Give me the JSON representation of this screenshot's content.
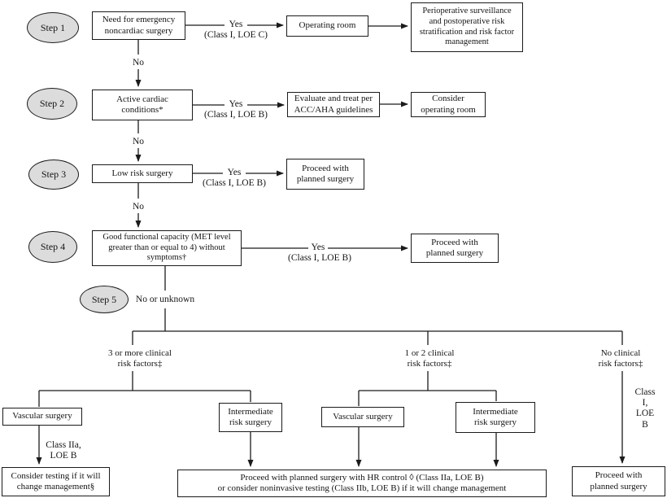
{
  "colors": {
    "background": "#ffffff",
    "line": "#1b1b1b",
    "box_border": "#1b1b1b",
    "oval_fill": "#dcdcdc"
  },
  "steps": {
    "s1": "Step 1",
    "s2": "Step 2",
    "s3": "Step 3",
    "s4": "Step 4",
    "s5": "Step 5"
  },
  "boxes": {
    "emergency": "Need for emergency\nnoncardiac surgery",
    "operating_room": "Operating room",
    "perioperative": "Perioperative surveillance\nand postoperative risk\nstratification and risk factor\nmanagement",
    "active_cardiac": "Active cardiac\nconditions*",
    "evaluate_treat": "Evaluate and treat per\nACC/AHA guidelines",
    "consider_or": "Consider\noperating room",
    "low_risk": "Low risk surgery",
    "proceed_step3": "Proceed with\nplanned surgery",
    "functional_capacity": "Good functional capacity (MET level\ngreater than or equal to 4) without\nsymptoms†",
    "proceed_step4": "Proceed with\nplanned surgery",
    "vascular_left": "Vascular surgery",
    "intermediate_left": "Intermediate\nrisk surgery",
    "vascular_mid": "Vascular surgery",
    "intermediate_mid": "Intermediate\nrisk surgery",
    "consider_testing": "Consider testing if it will\nchange management§",
    "proceed_hr": "Proceed with planned surgery with HR control ◊ (Class IIa, LOE B)\nor consider noninvasive testing (Class IIb, LOE B) if it will change management",
    "proceed_right": "Proceed with\nplanned surgery"
  },
  "branches": {
    "three_or_more": "3 or more clinical\nrisk factors‡",
    "one_or_two": "1 or 2 clinical\nrisk factors‡",
    "none": "No clinical\nrisk factors‡"
  },
  "edge_labels": {
    "yes1": "Yes",
    "yes1_class": "(Class I, LOE C)",
    "yes2": "Yes",
    "yes2_class": "(Class I, LOE B)",
    "yes3": "Yes",
    "yes3_class": "(Class I, LOE B)",
    "yes4": "Yes",
    "yes4_class": "(Class I, LOE B)",
    "no1": "No",
    "no2": "No",
    "no3": "No",
    "no_unknown": "No or unknown",
    "class_iia": "Class IIa,\nLOE B",
    "class_i": "Class I,\nLOE B"
  }
}
